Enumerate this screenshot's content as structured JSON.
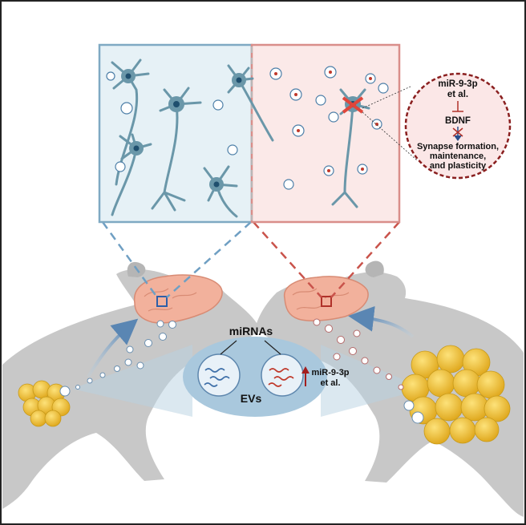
{
  "center": {
    "top_label": "miRNAs",
    "bottom_label": "EVs",
    "annotation_line1": "miR-9-3p",
    "annotation_line2": "et al."
  },
  "callout": {
    "line1": "miR-9-3p",
    "line2": "et al.",
    "line3": "BDNF",
    "line4": "Synapse formation,",
    "line5": "maintenance,",
    "line6": "and plasticity"
  },
  "colors": {
    "healthy_panel": "#e6f1f6",
    "disease_panel": "#fbe9e8",
    "neuron": "#6a97a9",
    "brain": "#f2b19c",
    "mouse": "#c8c8c8",
    "fat": "#f3c64a",
    "red_accent": "#c0392b",
    "blue_accent": "#3e6fa8"
  }
}
